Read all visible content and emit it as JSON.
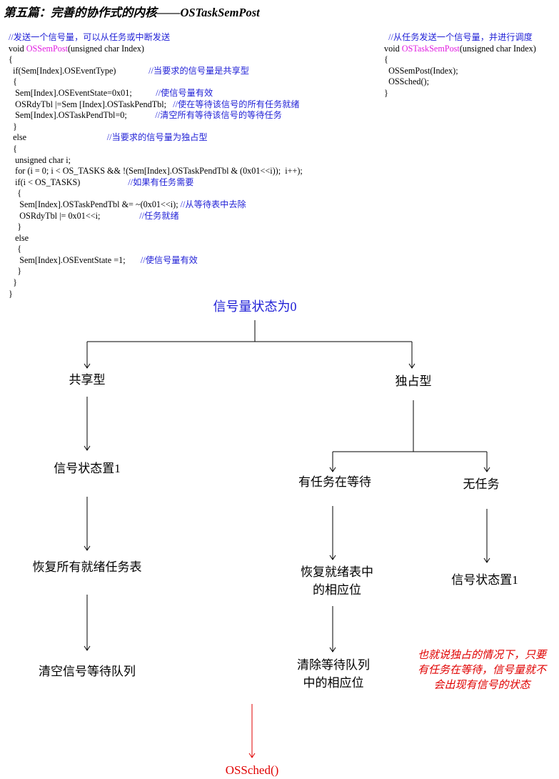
{
  "title": "第五篇：完善的协作式的内核——OSTaskSemPost",
  "code_left": [
    [
      {
        "t": "//发送一个信号量，可以从任务或中断发送",
        "c": "cmt"
      }
    ],
    [
      {
        "t": "void "
      },
      {
        "t": "OSSemPost",
        "c": "fn"
      },
      {
        "t": "(unsigned char Index)"
      }
    ],
    [
      {
        "t": "{"
      }
    ],
    [
      {
        "t": "  if(Sem[Index].OSEventType)               "
      },
      {
        "t": "//当要求的信号量是共享型",
        "c": "cmt"
      }
    ],
    [
      {
        "t": "  {"
      }
    ],
    [
      {
        "t": "   Sem[Index].OSEventState=0x01;           "
      },
      {
        "t": "//使信号量有效",
        "c": "cmt"
      }
    ],
    [
      {
        "t": "   OSRdyTbl |=Sem [Index].OSTaskPendTbl;   "
      },
      {
        "t": "//使在等待该信号的所有任务就绪",
        "c": "cmt"
      }
    ],
    [
      {
        "t": "   Sem[Index].OSTaskPendTbl=0;             "
      },
      {
        "t": "//清空所有等待该信号的等待任务",
        "c": "cmt"
      }
    ],
    [
      {
        "t": "  }"
      }
    ],
    [
      {
        "t": "  else                                     "
      },
      {
        "t": "//当要求的信号量为独占型",
        "c": "cmt"
      }
    ],
    [
      {
        "t": "  {"
      }
    ],
    [
      {
        "t": "   unsigned char i;"
      }
    ],
    [
      {
        "t": "   for (i = 0; i < OS_TASKS && !(Sem[Index].OSTaskPendTbl & (0x01<<i));  i++);"
      }
    ],
    [
      {
        "t": "   if(i < OS_TASKS)                      "
      },
      {
        "t": "//如果有任务需要",
        "c": "cmt"
      }
    ],
    [
      {
        "t": "    {"
      }
    ],
    [
      {
        "t": "     Sem[Index].OSTaskPendTbl &= ~(0x01<<i); "
      },
      {
        "t": "//从等待表中去除",
        "c": "cmt"
      }
    ],
    [
      {
        "t": "     OSRdyTbl |= 0x01<<i;                  "
      },
      {
        "t": "//任务就绪",
        "c": "cmt"
      }
    ],
    [
      {
        "t": "    }"
      }
    ],
    [
      {
        "t": "   else"
      }
    ],
    [
      {
        "t": "    {"
      }
    ],
    [
      {
        "t": "     Sem[Index].OSEventState =1;       "
      },
      {
        "t": "//使信号量有效",
        "c": "cmt"
      }
    ],
    [
      {
        "t": "    }"
      }
    ],
    [
      {
        "t": "  }"
      }
    ],
    [
      {
        "t": "}"
      }
    ]
  ],
  "code_right": [
    [
      {
        "t": "  "
      },
      {
        "t": "//从任务发送一个信号量，并进行调度",
        "c": "cmt"
      }
    ],
    [
      {
        "t": "void "
      },
      {
        "t": "OSTaskSemPost",
        "c": "fn"
      },
      {
        "t": "(unsigned char Index)"
      }
    ],
    [
      {
        "t": "{"
      }
    ],
    [
      {
        "t": "  OSSemPost(Index);"
      }
    ],
    [
      {
        "t": "  OSSched();"
      }
    ],
    [
      {
        "t": "}"
      }
    ]
  ],
  "flowchart": {
    "root": "信号量状态为0",
    "shared": "共享型",
    "exclusive": "独占型",
    "shared_step1": "信号状态置1",
    "shared_step2": "恢复所有就绪任务表",
    "shared_step3": "清空信号等待队列",
    "has_waiting": "有任务在等待",
    "no_task": "无任务",
    "restore_bit_line1": "恢复就绪表中",
    "restore_bit_line2": "的相应位",
    "clear_bit_line1": "清除等待队列",
    "clear_bit_line2": "中的相应位",
    "no_task_step": "信号状态置1",
    "sched": "OSSched()"
  },
  "note": "也就说独占的情况下，只要有任务在等待，信号量就不会出现有信号的状态",
  "colors": {
    "comment": "#1f1fd6",
    "function": "#e01be0",
    "root_node": "#1f1fd6",
    "highlight": "#e00000"
  }
}
